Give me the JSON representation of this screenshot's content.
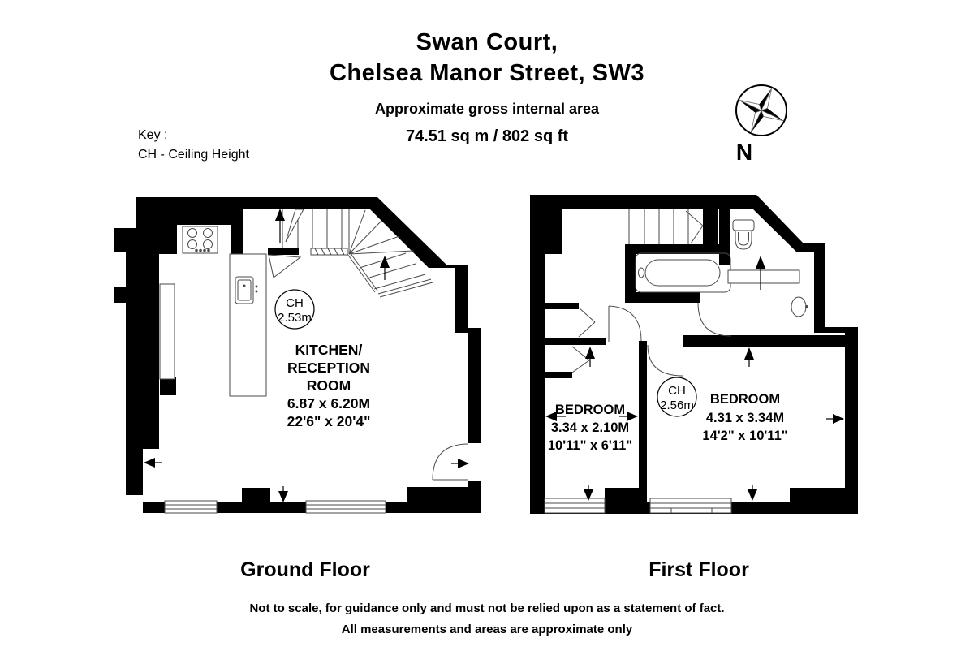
{
  "header": {
    "title_line1": "Swan Court,",
    "title_line2": "Chelsea Manor Street, SW3",
    "subtitle": "Approximate gross internal area",
    "area": "74.51 sq m / 802 sq ft"
  },
  "key": {
    "line1": "Key :",
    "line2": "CH - Ceiling Height"
  },
  "compass": {
    "north_label": "N"
  },
  "ground_floor": {
    "label": "Ground Floor",
    "room": {
      "name_line1": "KITCHEN/",
      "name_line2": "RECEPTION",
      "name_line3": "ROOM",
      "dims_metric": "6.87 x 6.20M",
      "dims_imperial": "22'6\" x 20'4\""
    },
    "ceiling_height": {
      "label": "CH",
      "value": "2.53m"
    }
  },
  "first_floor": {
    "label": "First Floor",
    "bedroom_left": {
      "name": "BEDROOM",
      "dims_metric": "3.34 x 2.10M",
      "dims_imperial": "10'11\" x 6'11\""
    },
    "bedroom_right": {
      "name": "BEDROOM",
      "dims_metric": "4.31 x 3.34M",
      "dims_imperial": "14'2\" x 10'11\""
    },
    "ceiling_height": {
      "label": "CH",
      "value": "2.56m"
    }
  },
  "footer": {
    "disclaimer_line1": "Not to scale, for guidance only and must not be relied upon as a statement of fact.",
    "disclaimer_line2": "All measurements and areas are approximate only"
  },
  "colors": {
    "wall": "#000000",
    "detail_line": "#4a4a4a",
    "background": "#ffffff"
  }
}
